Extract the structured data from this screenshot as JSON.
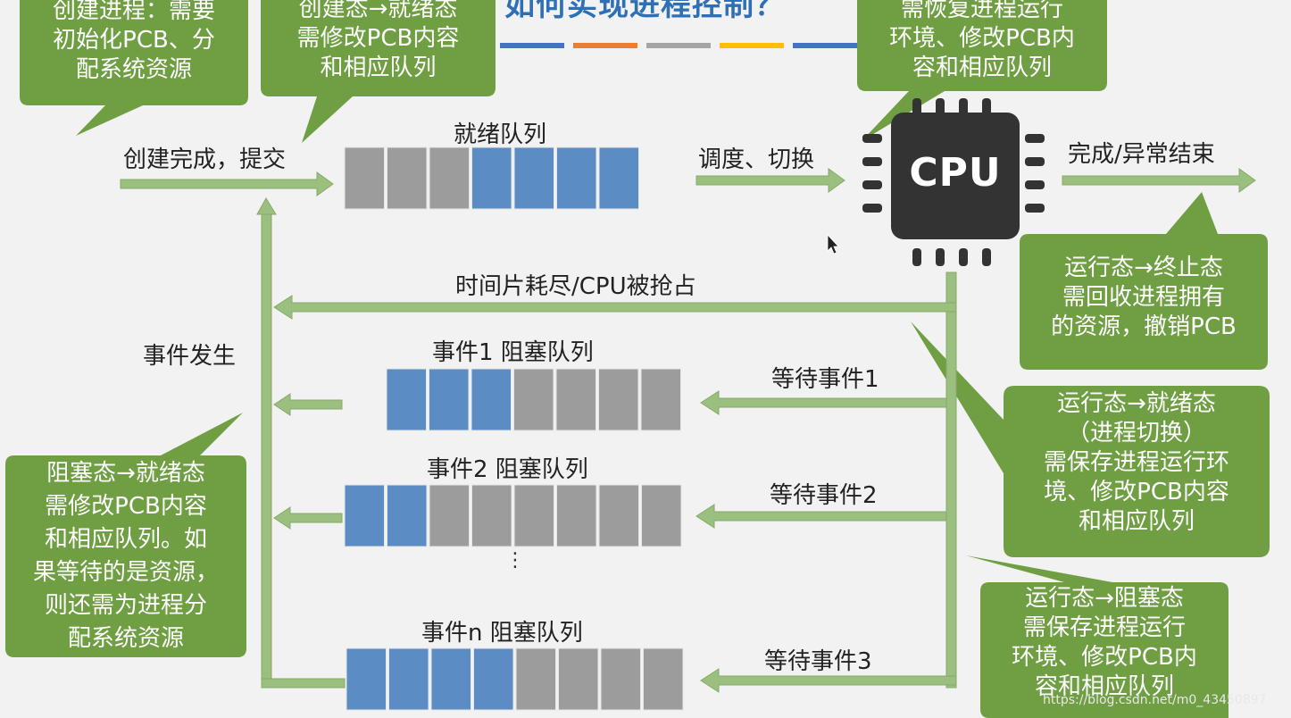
{
  "title": "如何实现进程控制？",
  "palette": {
    "green": "#6f9e43",
    "arrow_green": "#9bbf7e",
    "blue": "#5b8dc4",
    "gray": "#9c9c9c",
    "cpu_dark": "#333333"
  },
  "title_bar_colors": [
    "#4472c4",
    "#ed7d31",
    "#a5a5a5",
    "#ffc000",
    "#4472c4",
    "#70ad47"
  ],
  "callouts": {
    "create": "创建进程：需要\n初始化PCB、分\n配系统资源",
    "create_to_ready": "创建态→就绪态\n需修改PCB内容\n和相应队列",
    "ready_to_run": "需恢复进程运行\n环境、修改PCB内\n容和相应队列",
    "run_to_end": "运行态→终止态\n需回收进程拥有\n的资源，撤销PCB",
    "run_to_ready": "运行态→就绪态\n（进程切换）\n需保存进程运行环\n境、修改PCB内容\n和相应队列",
    "run_to_block": "运行态→阻塞态\n需保存进程运行\n环境、修改PCB内\n容和相应队列",
    "block_to_ready": "阻塞态→就绪态\n需修改PCB内容\n和相应队列。如\n果等待的是资源，\n则还需为进程分\n配系统资源"
  },
  "labels": {
    "create_done": "创建完成，提交",
    "ready_queue": "就绪队列",
    "schedule": "调度、切换",
    "cpu": "CPU",
    "finish": "完成/异常结束",
    "timeslice": "时间片耗尽/CPU被抢占",
    "event_occur": "事件发生",
    "queue1": "事件1 阻塞队列",
    "queue2": "事件2 阻塞队列",
    "queuen": "事件n 阻塞队列",
    "wait1": "等待事件1",
    "wait2": "等待事件2",
    "wait3": "等待事件3",
    "ellipsis": "⋮",
    "watermark": "https://blog.csdn.net/m0_43450897"
  },
  "queues": {
    "ready": [
      "gray",
      "gray",
      "gray",
      "blue",
      "blue",
      "blue",
      "blue"
    ],
    "event1": [
      "blue",
      "blue",
      "blue",
      "gray",
      "gray",
      "gray",
      "gray"
    ],
    "event2": [
      "blue",
      "blue",
      "gray",
      "gray",
      "gray",
      "gray",
      "gray",
      "gray"
    ],
    "eventn": [
      "blue",
      "blue",
      "blue",
      "blue",
      "gray",
      "gray",
      "gray",
      "gray"
    ]
  },
  "icons": {
    "cpu": "cpu-chip-icon",
    "cursor": "mouse-pointer-icon"
  }
}
